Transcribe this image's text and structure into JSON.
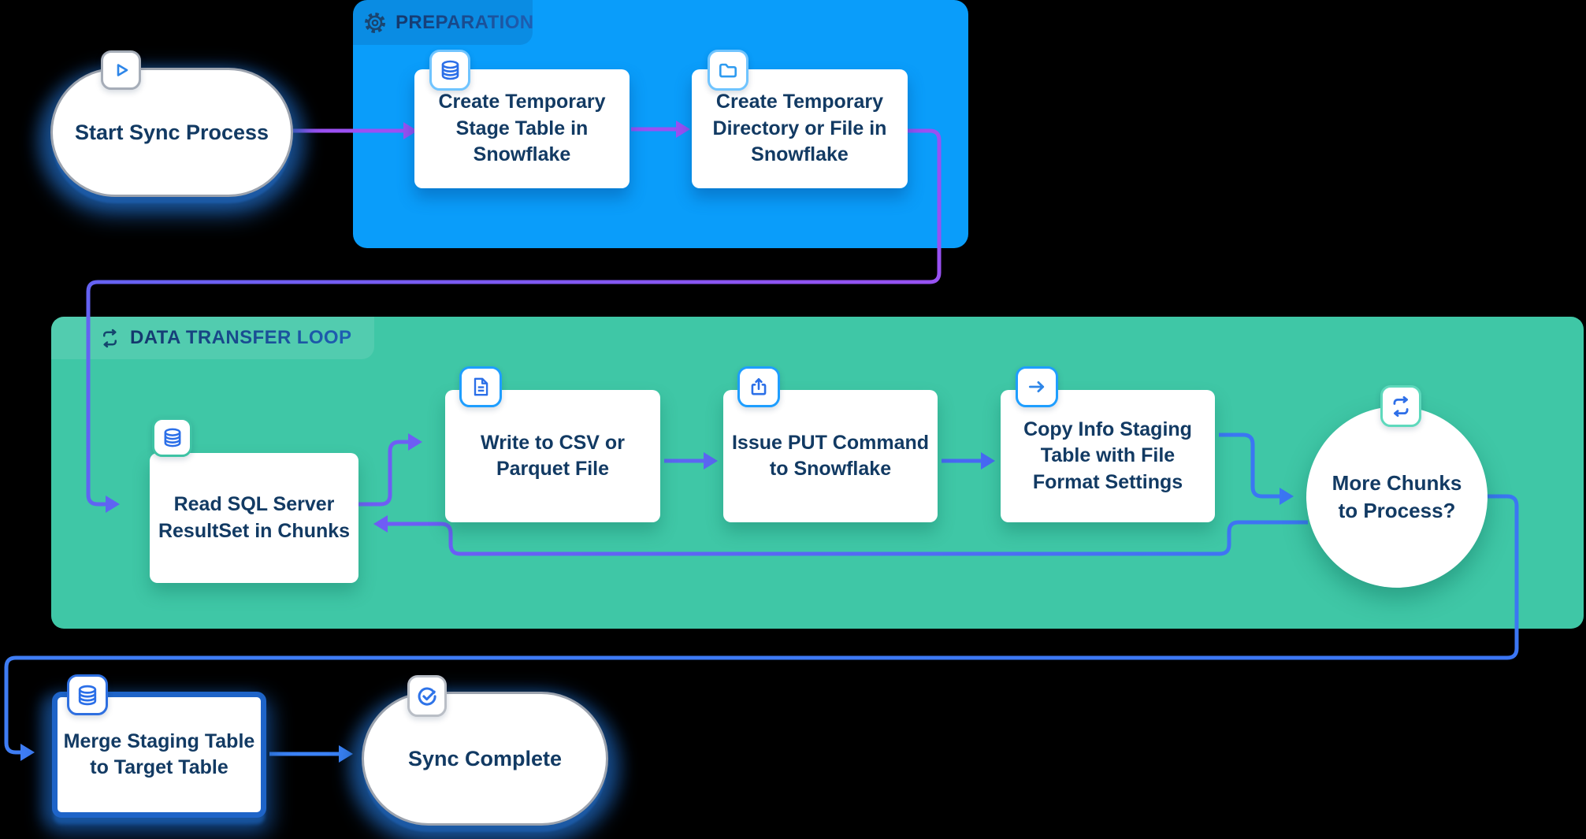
{
  "background": "#000000",
  "start": {
    "label": "Start Sync Process",
    "icon": "play-icon"
  },
  "preparation": {
    "title": "PREPARATION",
    "icon": "gear-icon",
    "color": "#0A9DFA",
    "steps": [
      {
        "id": "create-stage-table",
        "label": "Create Temporary\nStage Table in\nSnowflake",
        "icon": "database-icon"
      },
      {
        "id": "create-directory",
        "label": "Create Temporary\nDirectory or File in\nSnowflake",
        "icon": "folder-icon"
      }
    ]
  },
  "transfer_loop": {
    "title": "DATA TRANSFER LOOP",
    "icon": "loop-icon",
    "color": "#3FC7A6",
    "steps": [
      {
        "id": "read-chunks",
        "label": "Read SQL Server\nResultSet in Chunks",
        "icon": "database-icon"
      },
      {
        "id": "write-file",
        "label": "Write to CSV or\nParquet File",
        "icon": "file-icon"
      },
      {
        "id": "issue-put",
        "label": "Issue PUT Command\nto Snowflake",
        "icon": "upload-icon"
      },
      {
        "id": "copy-into-staging",
        "label": "Copy Info Staging\nTable with File\nFormat Settings",
        "icon": "arrow-right-icon"
      }
    ],
    "decision": {
      "label": "More Chunks\nto Process?",
      "icon": "loop-icon"
    }
  },
  "finish": {
    "merge": {
      "label": "Merge Staging Table\nto Target Table",
      "icon": "database-icon"
    },
    "complete": {
      "label": "Sync Complete",
      "icon": "check-circle-icon"
    }
  },
  "colors": {
    "zone_blue": "#0A9DFA",
    "zone_green": "#3FC7A6",
    "arrow_purple": "#9B50F2",
    "arrow_blue": "#3B76F3",
    "text_navy": "#123A63"
  }
}
